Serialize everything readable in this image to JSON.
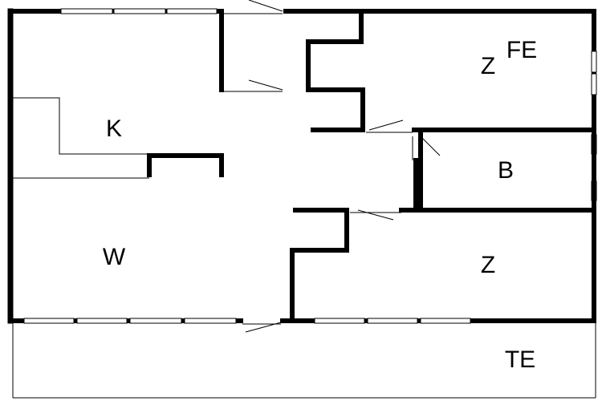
{
  "rooms": {
    "kitchen": "K",
    "living": "W",
    "bedroom_top": "Z",
    "bedroom_top_extra": "FE",
    "bathroom": "B",
    "bedroom_bottom": "Z",
    "terrace": "TE"
  },
  "colors": {
    "walls": "#000000",
    "background": "#ffffff"
  }
}
